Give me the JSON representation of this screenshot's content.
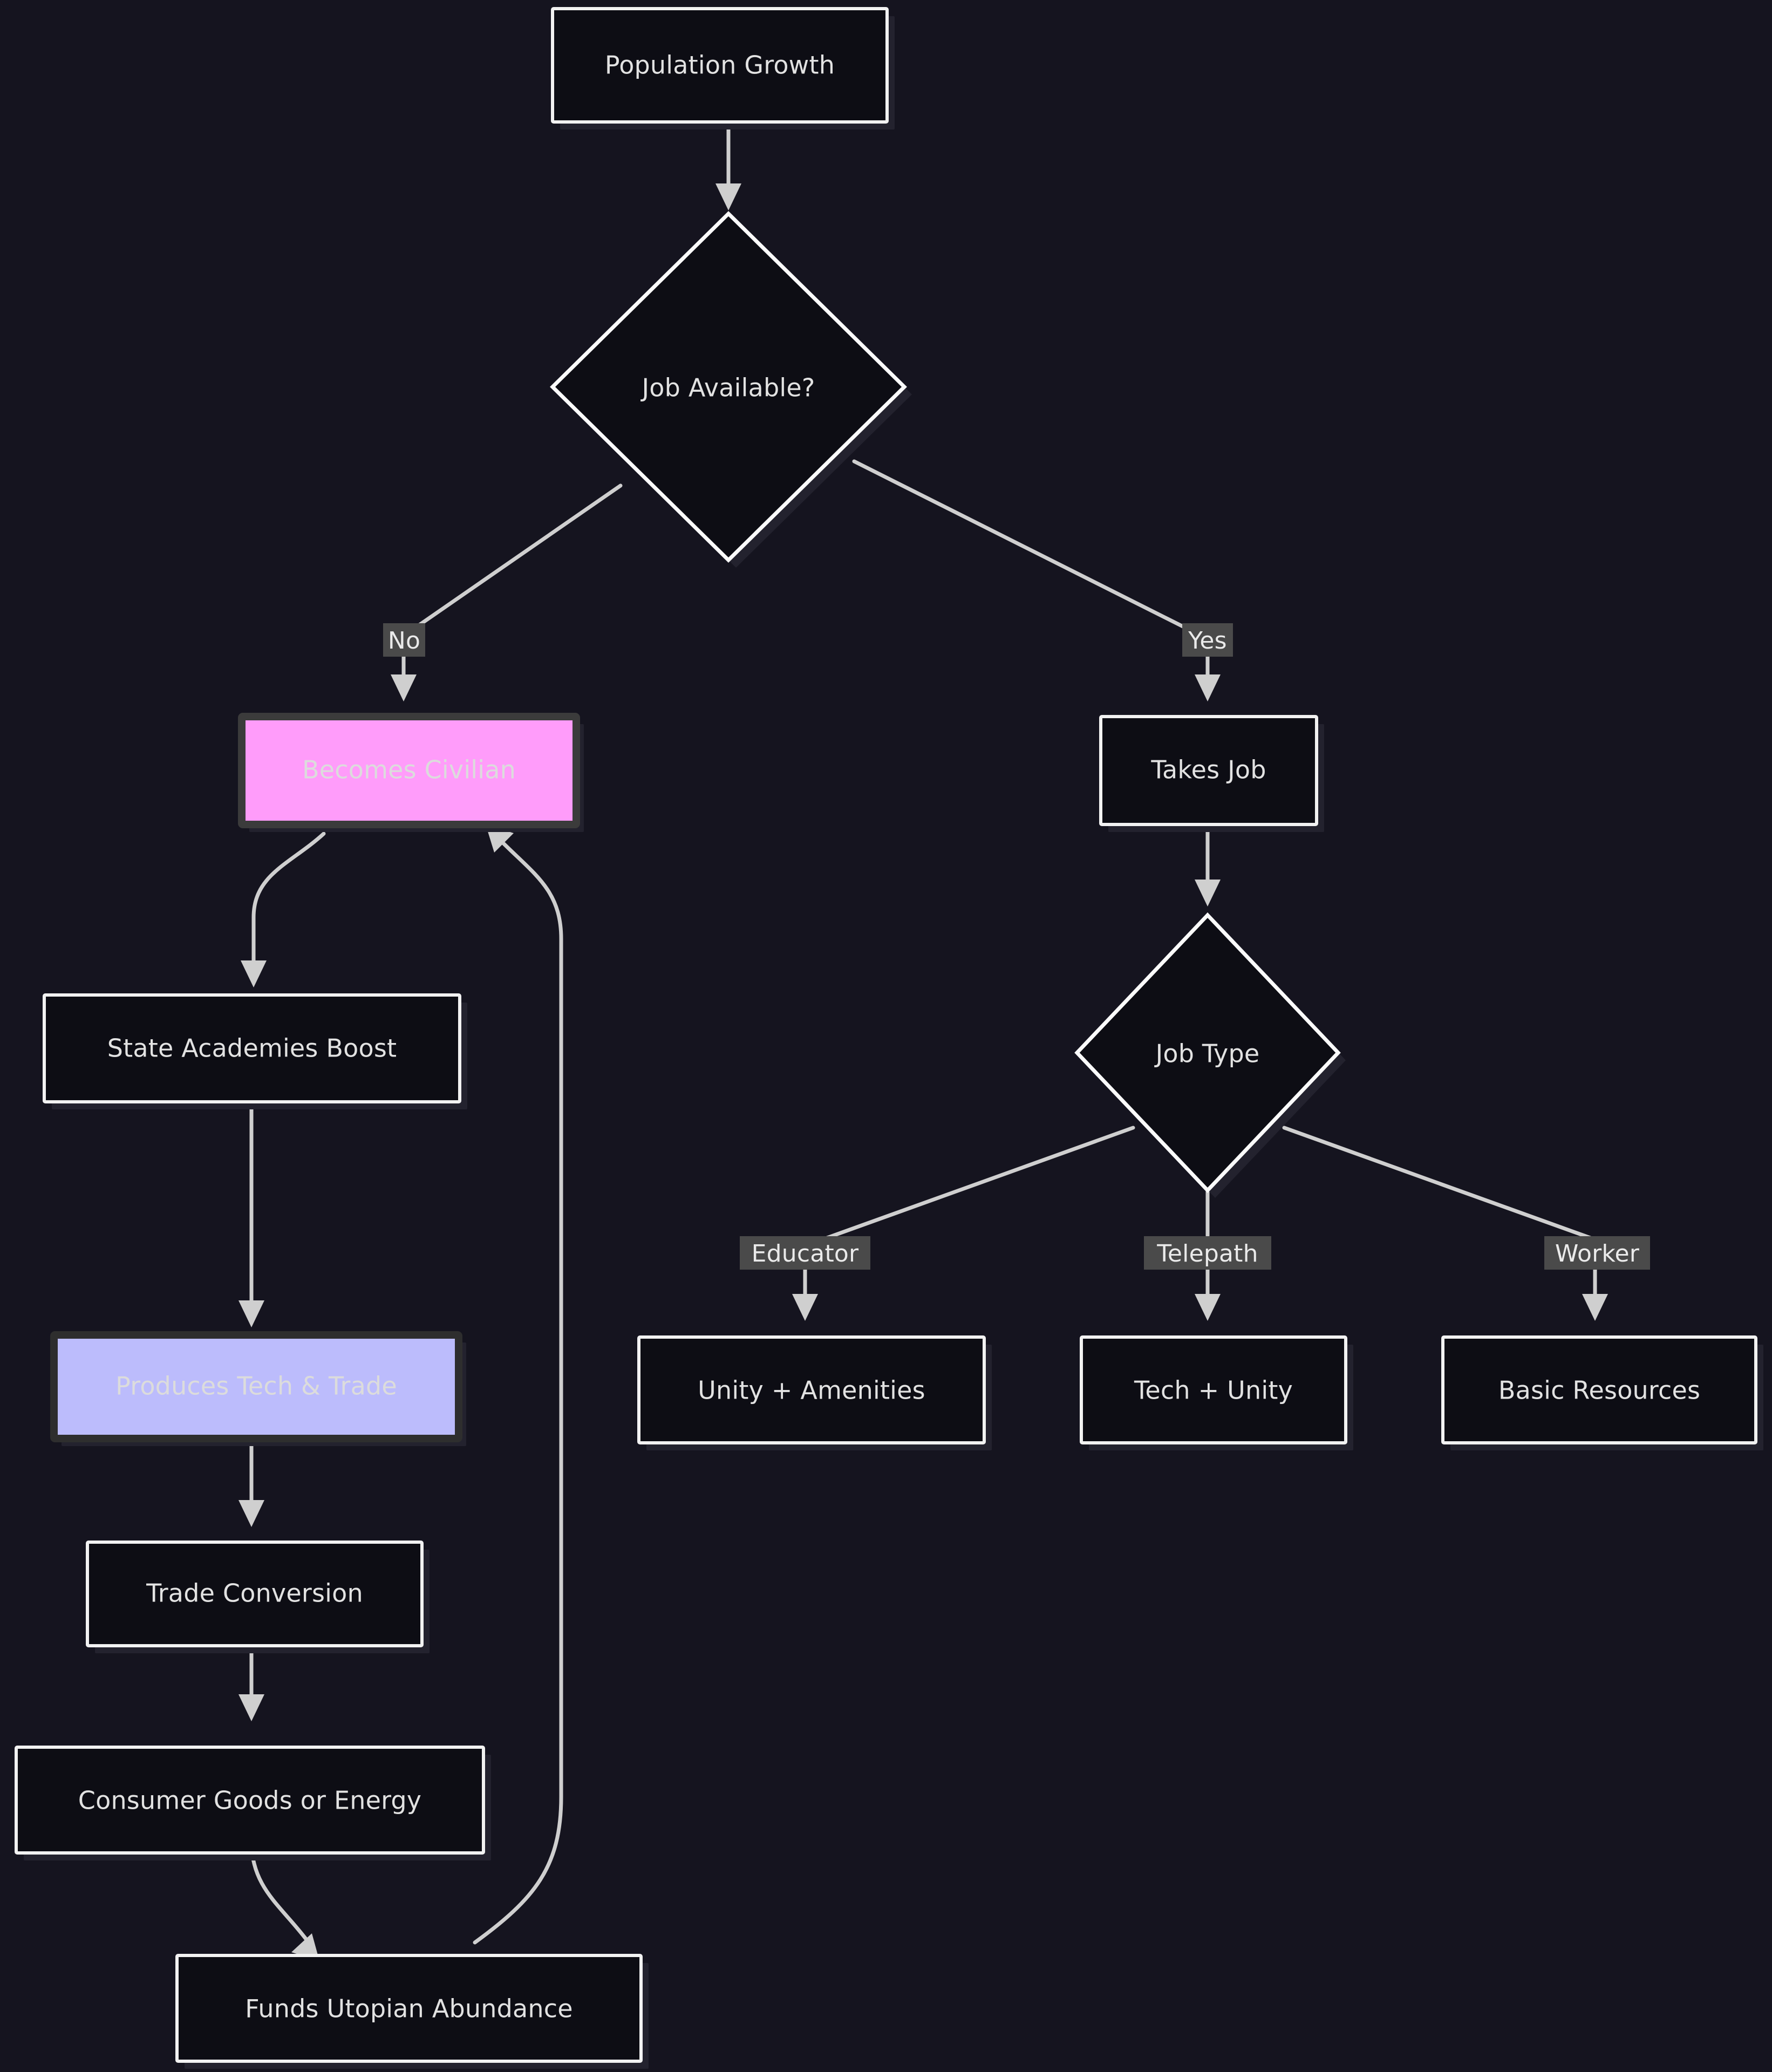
{
  "diagram": {
    "title": "Population Growth Flowchart",
    "type": "flowchart",
    "direction": "top-down",
    "background_color": "#15141f",
    "default_node_fill": "#0d0d14",
    "default_node_border": "#f2f2f2",
    "default_text_color": "#e2e2e2",
    "edge_color": "#cfcfcf",
    "edge_label_bg": "#4a4a4a",
    "nodes": [
      {
        "id": "population_growth",
        "label": "Population Growth",
        "shape": "rect",
        "fill": "#0d0d14",
        "border": "#f2f2f2",
        "text_color": "#e2e2e2"
      },
      {
        "id": "job_available",
        "label": "Job Available?",
        "shape": "diamond",
        "fill": "#0d0d14",
        "border": "#fbfbfb",
        "text_color": "#e2e2e2"
      },
      {
        "id": "becomes_civilian",
        "label": "Becomes Civilian",
        "shape": "rect",
        "fill": "#ff9cfa",
        "border": "#3b3b3b",
        "text_color": "#dcdcdc",
        "highlight": "pink"
      },
      {
        "id": "takes_job",
        "label": "Takes Job",
        "shape": "rect",
        "fill": "#0d0d14",
        "border": "#f2f2f2",
        "text_color": "#e2e2e2"
      },
      {
        "id": "state_academies_boost",
        "label": "State Academies Boost",
        "shape": "rect",
        "fill": "#0d0d14",
        "border": "#f2f2f2",
        "text_color": "#e2e2e2"
      },
      {
        "id": "job_type",
        "label": "Job Type",
        "shape": "diamond",
        "fill": "#0d0d14",
        "border": "#fbfbfb",
        "text_color": "#e2e2e2"
      },
      {
        "id": "produces_tech_trade",
        "label": "Produces Tech & Trade",
        "shape": "rect",
        "fill": "#bcbcfc",
        "border": "#2e2e2e",
        "text_color": "#dcdcdc",
        "highlight": "purple"
      },
      {
        "id": "unity_amenities",
        "label": "Unity + Amenities",
        "shape": "rect",
        "fill": "#0d0d14",
        "border": "#f2f2f2",
        "text_color": "#e2e2e2"
      },
      {
        "id": "tech_unity",
        "label": "Tech + Unity",
        "shape": "rect",
        "fill": "#0d0d14",
        "border": "#f2f2f2",
        "text_color": "#e2e2e2"
      },
      {
        "id": "basic_resources",
        "label": "Basic Resources",
        "shape": "rect",
        "fill": "#0d0d14",
        "border": "#f2f2f2",
        "text_color": "#e2e2e2"
      },
      {
        "id": "trade_conversion",
        "label": "Trade Conversion",
        "shape": "rect",
        "fill": "#0d0d14",
        "border": "#f2f2f2",
        "text_color": "#e2e2e2"
      },
      {
        "id": "consumer_goods_or_energy",
        "label": "Consumer Goods or Energy",
        "shape": "rect",
        "fill": "#0d0d14",
        "border": "#f2f2f2",
        "text_color": "#e2e2e2"
      },
      {
        "id": "funds_utopian_abundance",
        "label": "Funds Utopian Abundance",
        "shape": "rect",
        "fill": "#0d0d14",
        "border": "#f2f2f2",
        "text_color": "#e2e2e2"
      }
    ],
    "edges": [
      {
        "from": "population_growth",
        "to": "job_available",
        "label": ""
      },
      {
        "from": "job_available",
        "to": "becomes_civilian",
        "label": "No"
      },
      {
        "from": "job_available",
        "to": "takes_job",
        "label": "Yes"
      },
      {
        "from": "becomes_civilian",
        "to": "state_academies_boost",
        "label": ""
      },
      {
        "from": "takes_job",
        "to": "job_type",
        "label": ""
      },
      {
        "from": "state_academies_boost",
        "to": "produces_tech_trade",
        "label": ""
      },
      {
        "from": "job_type",
        "to": "unity_amenities",
        "label": "Educator"
      },
      {
        "from": "job_type",
        "to": "tech_unity",
        "label": "Telepath"
      },
      {
        "from": "job_type",
        "to": "basic_resources",
        "label": "Worker"
      },
      {
        "from": "produces_tech_trade",
        "to": "trade_conversion",
        "label": ""
      },
      {
        "from": "trade_conversion",
        "to": "consumer_goods_or_energy",
        "label": ""
      },
      {
        "from": "consumer_goods_or_energy",
        "to": "funds_utopian_abundance",
        "label": ""
      },
      {
        "from": "funds_utopian_abundance",
        "to": "becomes_civilian",
        "label": ""
      }
    ],
    "edge_labels": [
      {
        "id": "no",
        "text": "No"
      },
      {
        "id": "yes",
        "text": "Yes"
      },
      {
        "id": "educator",
        "text": "Educator"
      },
      {
        "id": "telepath",
        "text": "Telepath"
      },
      {
        "id": "worker",
        "text": "Worker"
      }
    ]
  }
}
